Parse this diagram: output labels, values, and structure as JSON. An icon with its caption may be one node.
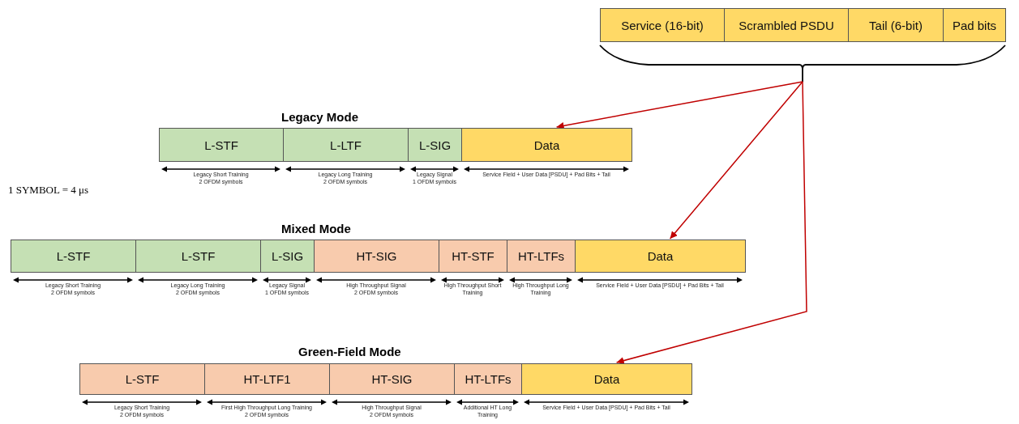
{
  "diagram": {
    "nodes": [
      {
        "text": [
          "Service (16-bit)"
        ]
      },
      {
        "text": [
          "Scrambled PSDU"
        ]
      },
      {
        "text": [
          "Tail (6-bit)"
        ]
      },
      {
        "text": [
          "Pad bits"
        ]
      },
      {
        "text": [],
        "shape": "brace"
      },
      {
        "text": [
          "L-STF"
        ],
        "beside": [
          "Legacy Short Training",
          "2 OFDM symbols"
        ]
      },
      {
        "text": [
          "L-LTF"
        ],
        "beside": [
          "Legacy Long Training",
          "2 OFDM symbols"
        ]
      },
      {
        "text": [
          "L-SIG"
        ],
        "beside": [
          "Legacy Signal",
          "1 OFDM symbols"
        ]
      },
      {
        "text": [
          "Data"
        ],
        "beside": [
          "Service Field + User Data [PSDU] + Pad Bits + Tail"
        ]
      },
      {
        "text": [
          "L-STF"
        ],
        "beside": [
          "Legacy Short Training",
          "2 OFDM symbols"
        ]
      },
      {
        "text": [
          "L-STF"
        ],
        "beside": [
          "Legacy Long Training",
          "2 OFDM symbols"
        ]
      },
      {
        "text": [
          "L-SIG"
        ],
        "beside": [
          "Legacy Signal",
          "1 OFDM symbols"
        ]
      },
      {
        "text": [
          "HT-SIG"
        ],
        "beside": [
          "High Throughput Signal",
          "2 OFDM symbols"
        ]
      },
      {
        "text": [
          "HT-STF"
        ],
        "beside": [
          "High Throughput Short Training"
        ]
      },
      {
        "text": [
          "HT-LTFs"
        ],
        "beside": [
          "High Throughput Long Training"
        ]
      },
      {
        "text": [
          "Data"
        ],
        "beside": [
          "Service Field + User Data [PSDU] + Pad Bits + Tail"
        ]
      },
      {
        "text": [
          "L-STF"
        ],
        "beside": [
          "Legacy Short Training",
          "2 OFDM symbols"
        ]
      },
      {
        "text": [
          "HT-LTF1"
        ],
        "beside": [
          "First High Throughput Long Training",
          "2 OFDM symbols"
        ]
      },
      {
        "text": [
          "HT-SIG"
        ],
        "beside": [
          "High Throughput Signal",
          "2 OFDM symbols"
        ]
      },
      {
        "text": [
          "HT-LTFs"
        ],
        "beside": [
          "Additional HT Long Training"
        ]
      },
      {
        "text": [
          "Data"
        ],
        "beside": [
          "Service Field + User Data [PSDU] + Pad Bits + Tail"
        ]
      }
    ],
    "edges": [
      {
        "from": 4,
        "to": 8,
        "arrow": "to"
      },
      {
        "from": 4,
        "to": 15,
        "arrow": "to"
      },
      {
        "from": 4,
        "to": 20,
        "arrow": "to"
      }
    ],
    "labels": [
      "Legacy Mode",
      "1 SYMBOL = 4 μs",
      "Mixed Mode",
      "Green-Field Mode"
    ]
  }
}
